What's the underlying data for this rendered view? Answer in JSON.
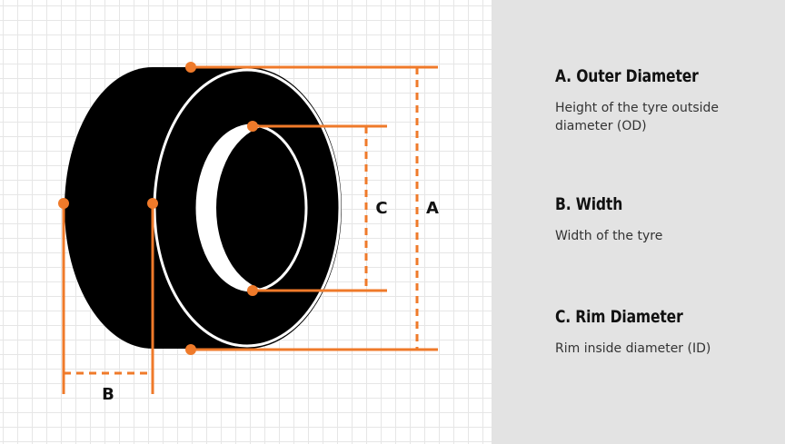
{
  "diagram": {
    "labels": {
      "a": "A",
      "b": "B",
      "c": "C"
    }
  },
  "legend": [
    {
      "title": "A. Outer Diameter",
      "description": "Height of the tyre outside diameter (OD)"
    },
    {
      "title": "B. Width",
      "description": "Width of the tyre"
    },
    {
      "title": "C. Rim Diameter",
      "description": "Rim inside diameter (ID)"
    }
  ],
  "colors": {
    "accent": "#ef7a2a",
    "tyre": "#000000",
    "panel": "#e3e3e3",
    "grid": "#e6e6e6"
  }
}
